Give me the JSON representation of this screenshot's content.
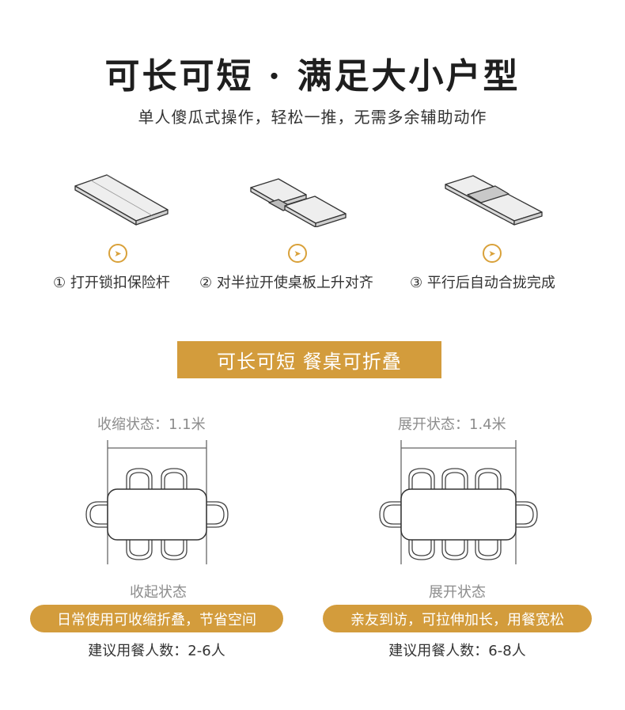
{
  "header": {
    "title": "可长可短 · 满足大小户型",
    "subtitle": "单人傻瓜式操作，轻松一推，无需多余辅助动作"
  },
  "steps": [
    {
      "label": "① 打开锁扣保险杆"
    },
    {
      "label": "② 对半拉开使桌板上升对齐"
    },
    {
      "label": "③ 平行后自动合拢完成"
    }
  ],
  "banner": {
    "label": "可长可短 餐桌可折叠"
  },
  "states": [
    {
      "size_label": "收缩状态：1.1米",
      "caption": "收起状态",
      "pill": "日常使用可收缩折叠，节省空间",
      "seats": "建议用餐人数：2-6人"
    },
    {
      "size_label": "展开状态：1.4米",
      "caption": "展开状态",
      "pill": "亲友到访，可拉伸加长，用餐宽松",
      "seats": "建议用餐人数：6-8人"
    }
  ],
  "colors": {
    "accent": "#d39c3c",
    "arrow": "#d9a13a",
    "title": "#1e1e1e",
    "muted": "#8c8c8c"
  },
  "icons": {
    "step_arrow": "arrow-right-circle-icon"
  }
}
